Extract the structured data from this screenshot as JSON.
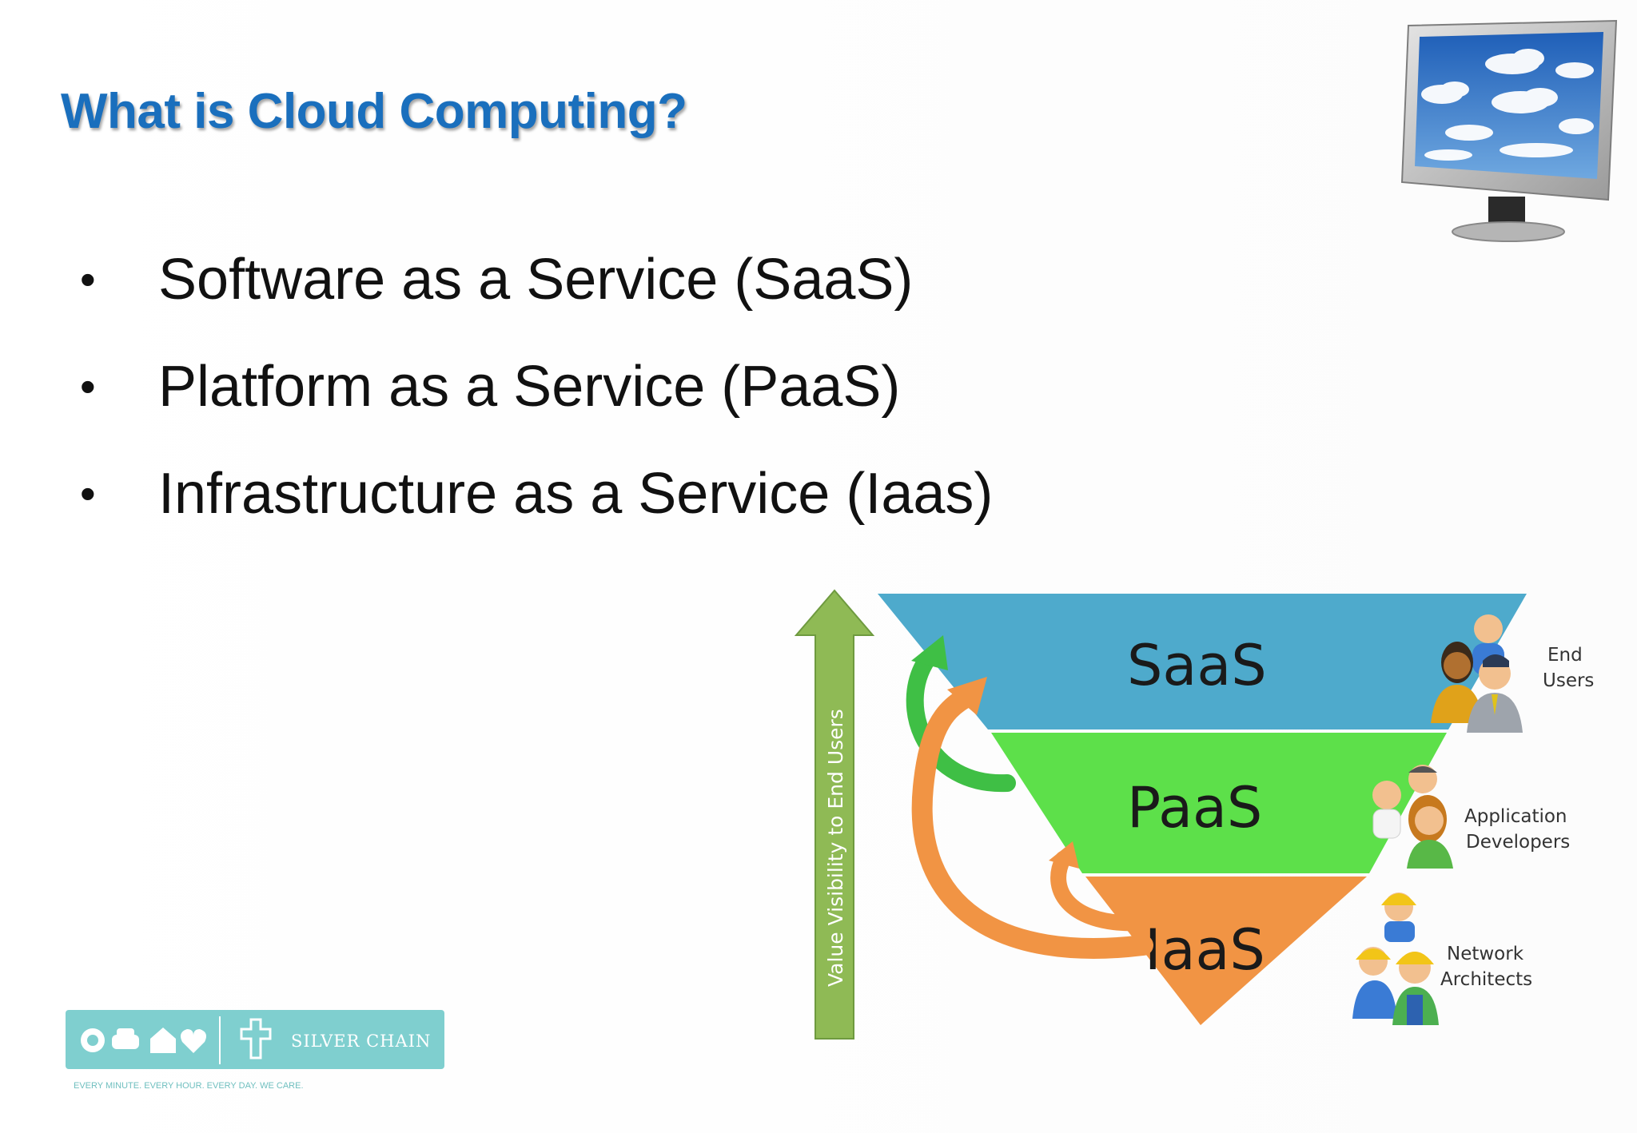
{
  "slide": {
    "title": "What is Cloud Computing?",
    "bullets": [
      {
        "marker": "•",
        "text": "Software as a Service (SaaS)"
      },
      {
        "marker": "•",
        "text": "Platform as a Service (PaaS)"
      },
      {
        "marker": "•",
        "text": "Infrastructure as a Service (Iaas)"
      }
    ]
  },
  "diagram": {
    "axis_label": "Value Visibility to End Users",
    "tiers": [
      {
        "label": "SaaS",
        "color": "#4eaacc",
        "audience_line1": "End",
        "audience_line2": "Users"
      },
      {
        "label": "PaaS",
        "color": "#5de04a",
        "audience_line1": "Application",
        "audience_line2": "Developers"
      },
      {
        "label": "IaaS",
        "color": "#f19444",
        "audience_line1": "Network",
        "audience_line2": "Architects"
      }
    ],
    "arrow_color": "#8fba55"
  },
  "logo": {
    "brand": "SILVER CHAIN",
    "tagline": "EVERY MINUTE. EVERY HOUR. EVERY DAY. WE CARE.",
    "color": "#7fcfcf"
  },
  "colors": {
    "title": "#1a6fbd",
    "text": "#111111"
  }
}
